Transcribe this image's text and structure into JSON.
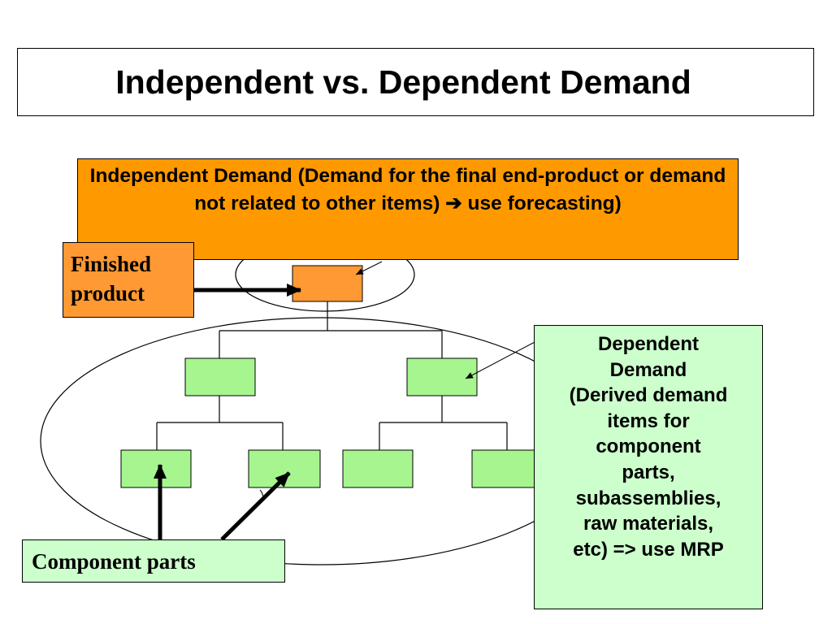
{
  "title": "Independent vs. Dependent Demand",
  "independent_callout": {
    "text_before_arrow": "Independent Demand (Demand for the final end-product or demand not related to other items)",
    "arrow_glyph": "➔",
    "text_after_arrow": "use forecasting)",
    "arrow_icon": "right-arrow-icon",
    "background_color": "#ff9900"
  },
  "finished_product_label": {
    "lines": [
      "Finished",
      "product"
    ],
    "background_color": "#ff9933"
  },
  "dependent_callout": {
    "lines": [
      "Dependent",
      "Demand",
      "(Derived demand",
      "items for",
      "component",
      "parts,",
      "subassemblies,",
      "raw materials,",
      "etc) => use MRP"
    ],
    "background_color": "#ccffcc"
  },
  "component_parts_label": {
    "text": "Component parts",
    "background_color": "#ccffcc"
  },
  "colors": {
    "end_item_box": "#ff9933",
    "component_box": "#a6f58f",
    "lines": "#000000"
  }
}
